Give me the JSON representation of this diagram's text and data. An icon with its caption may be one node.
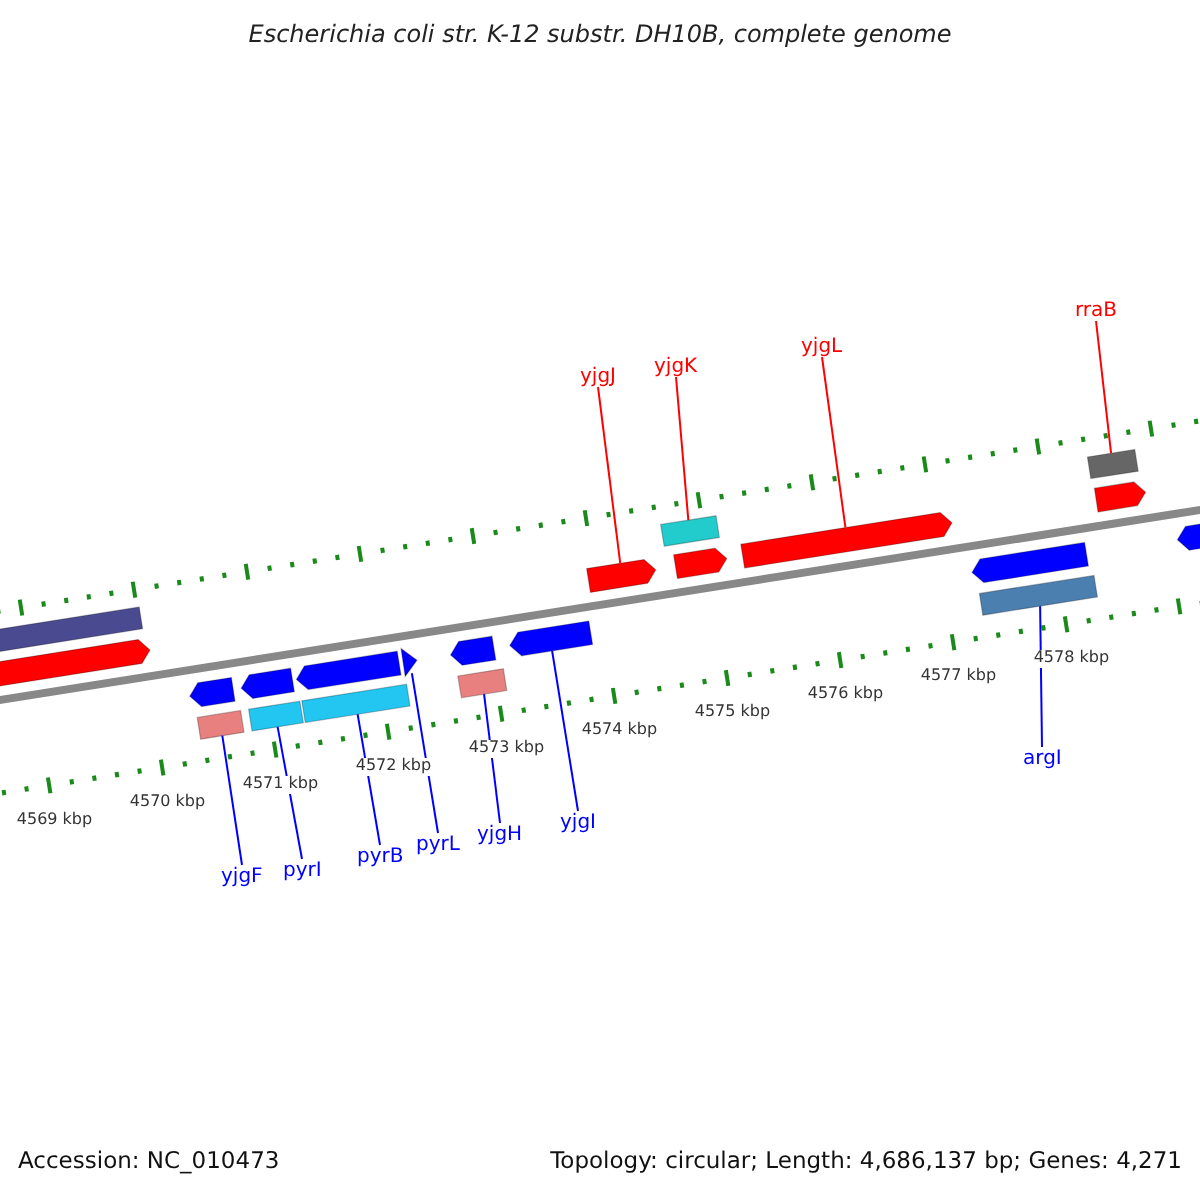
{
  "diagram": {
    "title": "Escherichia coli str. K-12 substr. DH10B, complete genome",
    "nodes": [
      {
        "text": [
          "yjgJ"
        ]
      },
      {
        "text": [
          "yjgK"
        ]
      },
      {
        "text": [
          "yjgL"
        ]
      },
      {
        "text": [
          "rraB"
        ]
      },
      {
        "text": [
          "yjgF"
        ]
      },
      {
        "text": [
          "pyrI"
        ]
      },
      {
        "text": [
          "pyrB"
        ]
      },
      {
        "text": [
          "pyrL"
        ]
      },
      {
        "text": [
          "yjgH"
        ]
      },
      {
        "text": [
          "yjgI"
        ]
      },
      {
        "text": [
          "argI"
        ]
      },
      {
        "text": [],
        "shape": "box"
      },
      {
        "text": [],
        "shape": "arrow"
      },
      {
        "text": [],
        "shape": "arrow"
      },
      {
        "text": [],
        "shape": "box"
      },
      {
        "text": [],
        "shape": "arrow"
      },
      {
        "text": [],
        "shape": "box"
      },
      {
        "text": [],
        "shape": "arrow"
      },
      {
        "text": [],
        "shape": "box"
      },
      {
        "text": [],
        "shape": "triangle"
      },
      {
        "text": [],
        "shape": "arrow"
      },
      {
        "text": [],
        "shape": "box"
      },
      {
        "text": [],
        "shape": "arrow"
      },
      {
        "text": [],
        "shape": "arrow"
      },
      {
        "text": [],
        "shape": "box"
      },
      {
        "text": [],
        "shape": "arrow"
      },
      {
        "text": [],
        "shape": "arrow"
      },
      {
        "text": [],
        "shape": "arrow"
      },
      {
        "text": [],
        "shape": "box"
      },
      {
        "text": [],
        "shape": "box"
      },
      {
        "text": [],
        "shape": "arrow"
      },
      {
        "text": [],
        "shape": "arrow"
      }
    ],
    "edges": [
      {
        "from": 0,
        "to": 23,
        "arrow": "none",
        "color": "#ff0000"
      },
      {
        "from": 1,
        "to": 24,
        "arrow": "none",
        "color": "#ff0000"
      },
      {
        "from": 2,
        "to": 26,
        "arrow": "none",
        "color": "#ff0000"
      },
      {
        "from": 3,
        "to": 29,
        "arrow": "none",
        "color": "#ff0000"
      },
      {
        "from": 4,
        "to": 14,
        "arrow": "none"
      },
      {
        "from": 5,
        "to": 16,
        "arrow": "none"
      },
      {
        "from": 6,
        "to": 18,
        "arrow": "none"
      },
      {
        "from": 7,
        "to": 19,
        "arrow": "none"
      },
      {
        "from": 8,
        "to": 21,
        "arrow": "none"
      },
      {
        "from": 9,
        "to": 22,
        "arrow": "none"
      },
      {
        "from": 10,
        "to": 28,
        "arrow": "none"
      }
    ],
    "labels": [
      "4569 kbp",
      "4570 kbp",
      "4571 kbp",
      "4572 kbp",
      "4573 kbp",
      "4574 kbp",
      "4575 kbp",
      "4576 kbp",
      "4577 kbp",
      "4578 kbp",
      "Accession: NC_010473",
      "Topology: circular; Length: 4,686,137 bp; Genes: 4,271"
    ]
  }
}
